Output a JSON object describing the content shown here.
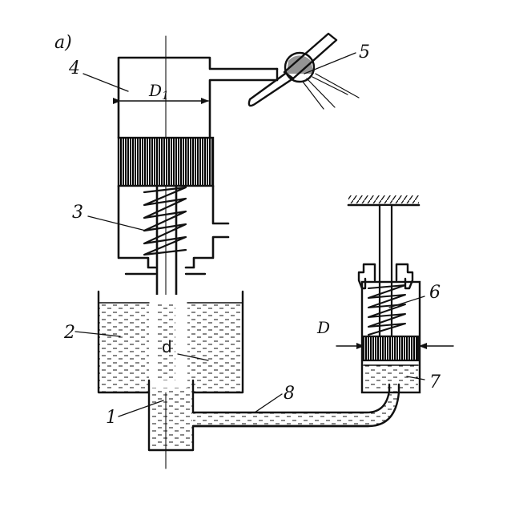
{
  "figure_tag": "a)",
  "labels": {
    "n1": "1",
    "n2": "2",
    "n3": "3",
    "n4": "4",
    "n5": "5",
    "n6": "6",
    "n7": "7",
    "n8": "8"
  },
  "dimensions": {
    "D1": "D",
    "D1_sub": "1",
    "d": "d",
    "D": "D"
  }
}
